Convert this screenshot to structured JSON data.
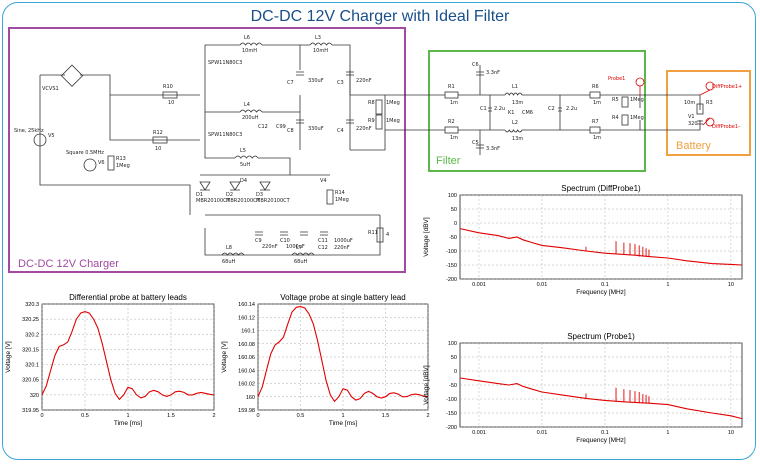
{
  "page": {
    "title": "DC-DC 12V Charger with Ideal Filter"
  },
  "blocks": {
    "charger": {
      "label": "DC-DC 12V Charger",
      "color": "#a04aa0"
    },
    "filter": {
      "label": "Filter",
      "color": "#5cb84a"
    },
    "battery": {
      "label": "Battery",
      "color": "#f0a040"
    }
  },
  "components": {
    "l6": "L6",
    "l6v": "10mH",
    "l3": "L3",
    "l3v": "10mH",
    "c7": "C7",
    "c7v": "330uF",
    "c3": "C3",
    "c3v": "220nF",
    "r10": "R10",
    "r10v": "10",
    "q1": "SPW11N80C3",
    "vcvs": "VCVS1",
    "l4": "L4",
    "l4v": "200uH",
    "c8": "C8",
    "c8v": "330uF",
    "c4": "C4",
    "c4v": "220nF",
    "r12": "R12",
    "r12v": "10",
    "q2": "SPW11N80C3",
    "l5": "L5",
    "l5v": "5uH",
    "c12": "C12",
    "c12v": "C99",
    "v5": "V5",
    "v5val": "Sine, 25kHz",
    "v6": "V6",
    "v6val": "Square 0.5MHz",
    "r13": "R13",
    "r13v": "1Meg",
    "d1": "D1",
    "d1v": "MBR20100CT",
    "d2": "D2",
    "d2v": "MBR20100CT",
    "d3": "D3",
    "d3v": "MBR20100CT",
    "d4": "D4",
    "r14": "R14",
    "r14v": "1Meg",
    "v4": "V4",
    "l8": "L8",
    "l8v": "68uH",
    "c9": "C9",
    "c9v": "220nF",
    "c10": "C10",
    "c10v": "1000uF",
    "l7": "L7",
    "l7v": "68uH",
    "c11": "C11",
    "c11v": "1000uF",
    "c12b": "C12",
    "c12bv": "220nF",
    "r11": "R11",
    "r11v": "4",
    "r8": "R8",
    "r8v": "1Meg",
    "r9": "R9",
    "r9v": "1Meg",
    "r1": "R1",
    "r1v": "1m",
    "r2": "R2",
    "r2v": "1m",
    "c6": "C6",
    "c6v": "3.3nF",
    "c1": "C1",
    "c1v": "2.2u",
    "c5": "C5",
    "c5v": "3.3nF",
    "l1": "L1",
    "l1v": "13m",
    "l2": "L2",
    "l2v": "13m",
    "k1": "K1",
    "k1v": "CM6",
    "c2": "C2",
    "c2v": "2.2u",
    "r6": "R6",
    "r6v": "1m",
    "r7": "R7",
    "r7v": "1m",
    "r5": "R5",
    "r5v": "1Meg",
    "r4": "R4",
    "r4v": "1Meg",
    "probe1": "Probe1",
    "r3": "R3",
    "r3v": "10m",
    "v1": "V1",
    "v1v": "320",
    "diffprobe_p": "DiffProbe1+",
    "diffprobe_n": "DiffProbe1-"
  },
  "chart_data": [
    {
      "type": "line",
      "title": "Differential probe at battery leads",
      "xlabel": "Time [ms]",
      "ylabel": "Voltage [V]",
      "xlim": [
        0,
        2
      ],
      "ylim": [
        319.95,
        320.3
      ],
      "xticks": [
        "0",
        "0.5",
        "1",
        "1.5",
        "2"
      ],
      "yticks": [
        "319.95",
        "320",
        "320.05",
        "320.1",
        "320.15",
        "320.2",
        "320.25",
        "320.3"
      ],
      "grid": true,
      "series": [
        {
          "color": "#e00000",
          "x": [
            0.0,
            0.05,
            0.1,
            0.15,
            0.2,
            0.25,
            0.3,
            0.35,
            0.4,
            0.45,
            0.5,
            0.55,
            0.6,
            0.65,
            0.7,
            0.75,
            0.8,
            0.85,
            0.9,
            0.95,
            1.0,
            1.05,
            1.1,
            1.15,
            1.2,
            1.25,
            1.3,
            1.35,
            1.4,
            1.45,
            1.5,
            1.55,
            1.6,
            1.65,
            1.7,
            1.75,
            1.8,
            1.85,
            1.9,
            1.95,
            2.0
          ],
          "y": [
            320.0,
            320.03,
            320.08,
            320.13,
            320.16,
            320.165,
            320.175,
            320.21,
            320.25,
            320.27,
            320.275,
            320.27,
            320.25,
            320.22,
            320.17,
            320.11,
            320.05,
            320.005,
            319.985,
            320.0,
            320.025,
            320.02,
            320.0,
            319.99,
            319.995,
            320.01,
            320.015,
            320.01,
            320.0,
            319.995,
            320.0,
            320.01,
            320.012,
            320.008,
            320.0,
            320.0,
            320.005,
            320.008,
            320.005,
            320.002,
            320.0
          ]
        }
      ]
    },
    {
      "type": "line",
      "title": "Voltage probe at single battery lead",
      "xlabel": "Time [ms]",
      "ylabel": "Voltage [V]",
      "xlim": [
        0,
        2
      ],
      "ylim": [
        159.98,
        160.14
      ],
      "xticks": [
        "0",
        "0.5",
        "1",
        "1.5",
        "2"
      ],
      "yticks": [
        "159.98",
        "160",
        "160.02",
        "160.04",
        "160.06",
        "160.08",
        "160.1",
        "160.12",
        "160.14"
      ],
      "grid": true,
      "series": [
        {
          "color": "#e00000",
          "x": [
            0.0,
            0.05,
            0.1,
            0.15,
            0.2,
            0.25,
            0.3,
            0.35,
            0.4,
            0.45,
            0.5,
            0.55,
            0.6,
            0.65,
            0.7,
            0.75,
            0.8,
            0.85,
            0.9,
            0.95,
            1.0,
            1.05,
            1.1,
            1.15,
            1.2,
            1.25,
            1.3,
            1.35,
            1.4,
            1.45,
            1.5,
            1.55,
            1.6,
            1.65,
            1.7,
            1.75,
            1.8,
            1.85,
            1.9,
            1.95,
            2.0
          ],
          "y": [
            160.0,
            160.015,
            160.04,
            160.065,
            160.078,
            160.083,
            160.09,
            160.11,
            160.128,
            160.135,
            160.136,
            160.134,
            160.125,
            160.11,
            160.085,
            160.055,
            160.025,
            160.003,
            159.993,
            160.0,
            160.012,
            160.01,
            160.0,
            159.995,
            159.997,
            160.005,
            160.008,
            160.005,
            160.0,
            159.998,
            160.0,
            160.005,
            160.006,
            160.004,
            160.0,
            160.0,
            160.003,
            160.004,
            160.003,
            160.001,
            160.0
          ]
        }
      ]
    },
    {
      "type": "line",
      "title": "Spectrum (DiffProbe1)",
      "xlabel": "Frequency [MHz]",
      "ylabel": "Voltage [dBV]",
      "xscale": "log",
      "xlim": [
        0.0005,
        15
      ],
      "ylim": [
        -200,
        100
      ],
      "xticks": [
        "0.001",
        "0.01",
        "0.1",
        "1",
        "10"
      ],
      "yticks": [
        "-200",
        "-150",
        "-100",
        "-50",
        "0",
        "50",
        "100"
      ],
      "grid": true,
      "series": [
        {
          "color": "#e00000",
          "x": [
            0.0005,
            0.001,
            0.002,
            0.003,
            0.004,
            0.005,
            0.007,
            0.01,
            0.02,
            0.05,
            0.1,
            0.2,
            0.3,
            0.5,
            1,
            2,
            5,
            10,
            15
          ],
          "y": [
            -20,
            -35,
            -45,
            -55,
            -50,
            -60,
            -70,
            -80,
            -88,
            -100,
            -108,
            -112,
            -115,
            -120,
            -125,
            -135,
            -145,
            -148,
            -150
          ]
        }
      ],
      "peaks_x": [
        0.05,
        0.15,
        0.2,
        0.25,
        0.3,
        0.35,
        0.4,
        0.45,
        0.5
      ],
      "peaks_y": [
        -85,
        -65,
        -70,
        -72,
        -75,
        -80,
        -85,
        -90,
        -95
      ]
    },
    {
      "type": "line",
      "title": "Spectrum (Probe1)",
      "xlabel": "Frequency [MHz]",
      "ylabel": "Voltage [dBV]",
      "xscale": "log",
      "xlim": [
        0.0005,
        15
      ],
      "ylim": [
        -200,
        100
      ],
      "xticks": [
        "0.001",
        "0.01",
        "0.1",
        "1",
        "10"
      ],
      "yticks": [
        "-200",
        "-150",
        "-100",
        "-50",
        "0",
        "50",
        "100"
      ],
      "grid": true,
      "series": [
        {
          "color": "#e00000",
          "x": [
            0.0005,
            0.001,
            0.002,
            0.003,
            0.004,
            0.005,
            0.007,
            0.01,
            0.02,
            0.05,
            0.1,
            0.2,
            0.3,
            0.5,
            1,
            2,
            5,
            10,
            15
          ],
          "y": [
            -25,
            -35,
            -45,
            -50,
            -45,
            -55,
            -65,
            -75,
            -85,
            -98,
            -105,
            -110,
            -112,
            -115,
            -120,
            -135,
            -150,
            -160,
            -170
          ]
        }
      ],
      "peaks_x": [
        0.05,
        0.15,
        0.2,
        0.25,
        0.3,
        0.35,
        0.4,
        0.45,
        0.5
      ],
      "peaks_y": [
        -80,
        -60,
        -65,
        -68,
        -72,
        -75,
        -82,
        -85,
        -90
      ]
    }
  ]
}
